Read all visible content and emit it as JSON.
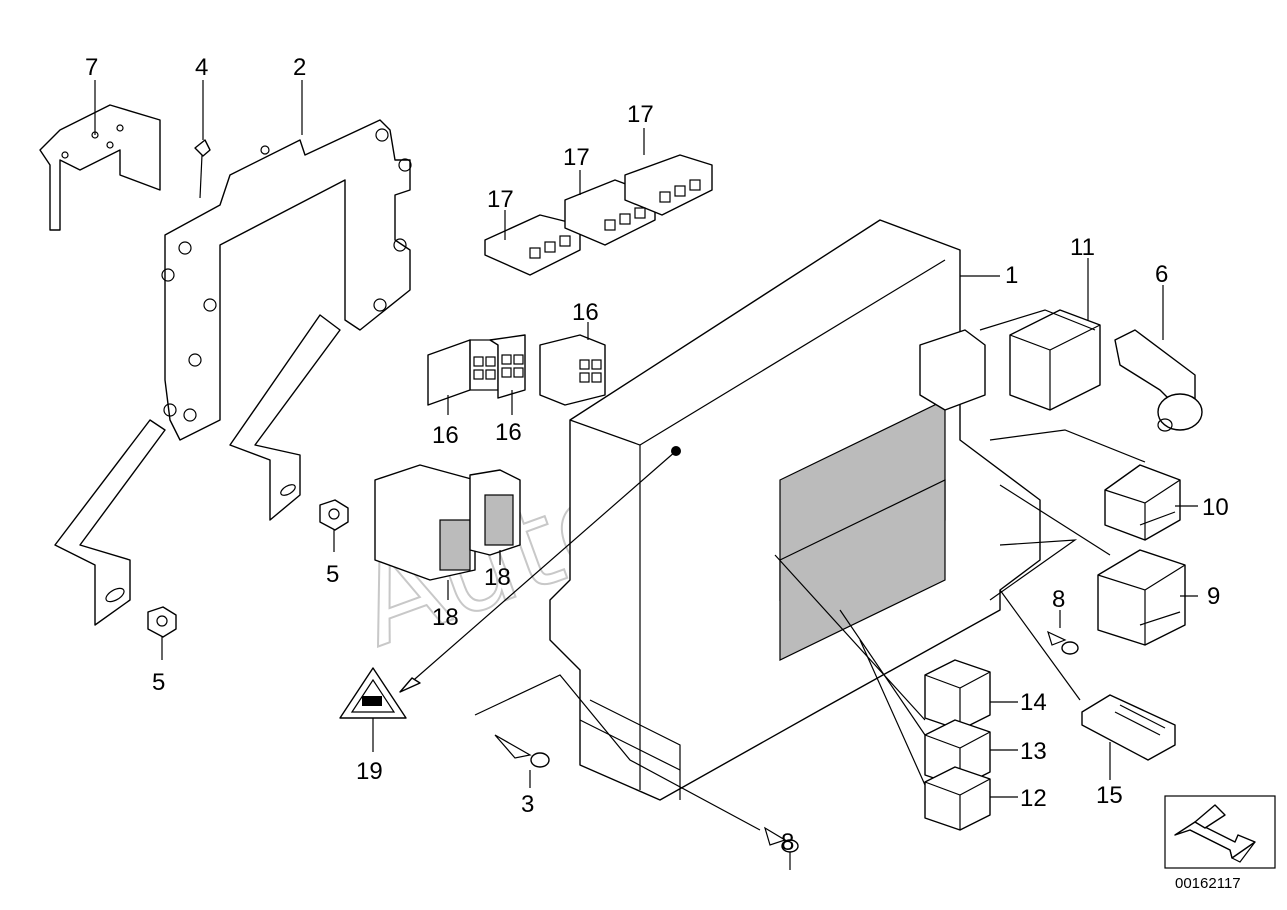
{
  "watermark": "AutoSvit",
  "part_number": "00162117",
  "callouts": [
    {
      "id": "c7",
      "text": "7"
    },
    {
      "id": "c4",
      "text": "4"
    },
    {
      "id": "c2",
      "text": "2"
    },
    {
      "id": "c17a",
      "text": "17"
    },
    {
      "id": "c17b",
      "text": "17"
    },
    {
      "id": "c17c",
      "text": "17"
    },
    {
      "id": "c1",
      "text": "1"
    },
    {
      "id": "c11",
      "text": "11"
    },
    {
      "id": "c6",
      "text": "6"
    },
    {
      "id": "c16a",
      "text": "16"
    },
    {
      "id": "c16b",
      "text": "16"
    },
    {
      "id": "c16c",
      "text": "16"
    },
    {
      "id": "c10",
      "text": "10"
    },
    {
      "id": "c9",
      "text": "9"
    },
    {
      "id": "c5a",
      "text": "5"
    },
    {
      "id": "c5b",
      "text": "5"
    },
    {
      "id": "c18a",
      "text": "18"
    },
    {
      "id": "c18b",
      "text": "18"
    },
    {
      "id": "c8a",
      "text": "8"
    },
    {
      "id": "c8b",
      "text": "8"
    },
    {
      "id": "c14",
      "text": "14"
    },
    {
      "id": "c13",
      "text": "13"
    },
    {
      "id": "c12",
      "text": "12"
    },
    {
      "id": "c15",
      "text": "15"
    },
    {
      "id": "c19",
      "text": "19"
    },
    {
      "id": "c3",
      "text": "3"
    }
  ]
}
